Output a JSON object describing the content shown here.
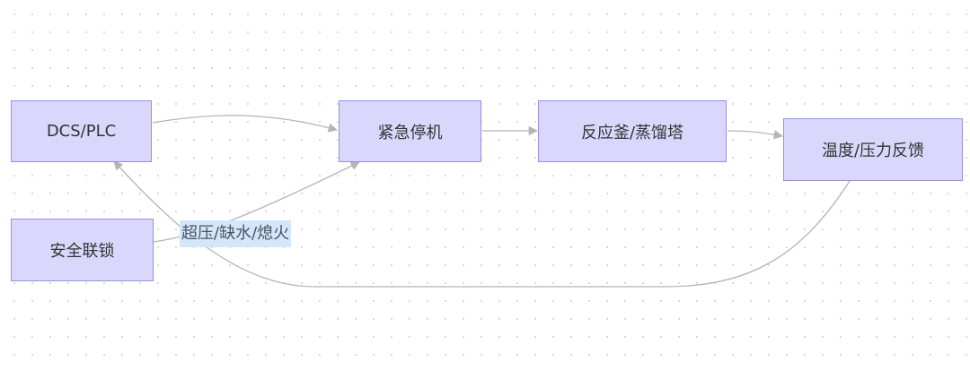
{
  "diagram": {
    "nodes": {
      "dcs_plc": "DCS/PLC",
      "safety_interlock": "安全联锁",
      "emergency_stop": "紧急停机",
      "reactor_tower": "反应釜/蒸馏塔",
      "temp_pressure_feedback": "温度/压力反馈"
    },
    "edge_labels": {
      "interlock_to_estop": "超压/缺水/熄火"
    },
    "colors": {
      "node_fill": "#d9d7fb",
      "node_border": "#9a8de8",
      "edge": "#b5b5b5",
      "label_bg": "#d4e6fb"
    }
  }
}
